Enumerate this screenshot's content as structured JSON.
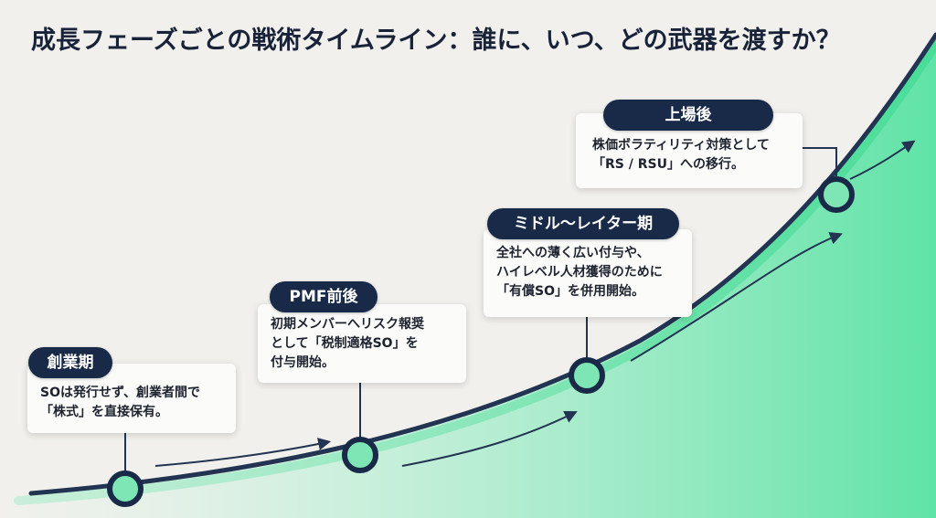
{
  "title": "成長フェーズごとの戦術タイムライン：誰に、いつ、どの武器を渡すか？",
  "stages": [
    {
      "label": "創業期",
      "lines": [
        "SOは発行せず、創業者間で",
        "「株式」を直接保有。"
      ]
    },
    {
      "label": "PMF前後",
      "lines": [
        "初期メンバーへリスク報奨",
        "として「税制適格SO」を",
        "付与開始。"
      ]
    },
    {
      "label": "ミドル〜レイター期",
      "lines": [
        "全社への薄く広い付与や、",
        "ハイレベル人材獲得のために",
        "「有償SO」を併用開始。"
      ]
    },
    {
      "label": "上場後",
      "lines": [
        "株価ボラティリティ対策として",
        "「RS / RSU」への移行。"
      ]
    }
  ],
  "colors": {
    "navy": "#182a48",
    "green_fill": "#5fe3a6",
    "node_fill": "#7de6b4",
    "background": "#f1f0ec"
  }
}
